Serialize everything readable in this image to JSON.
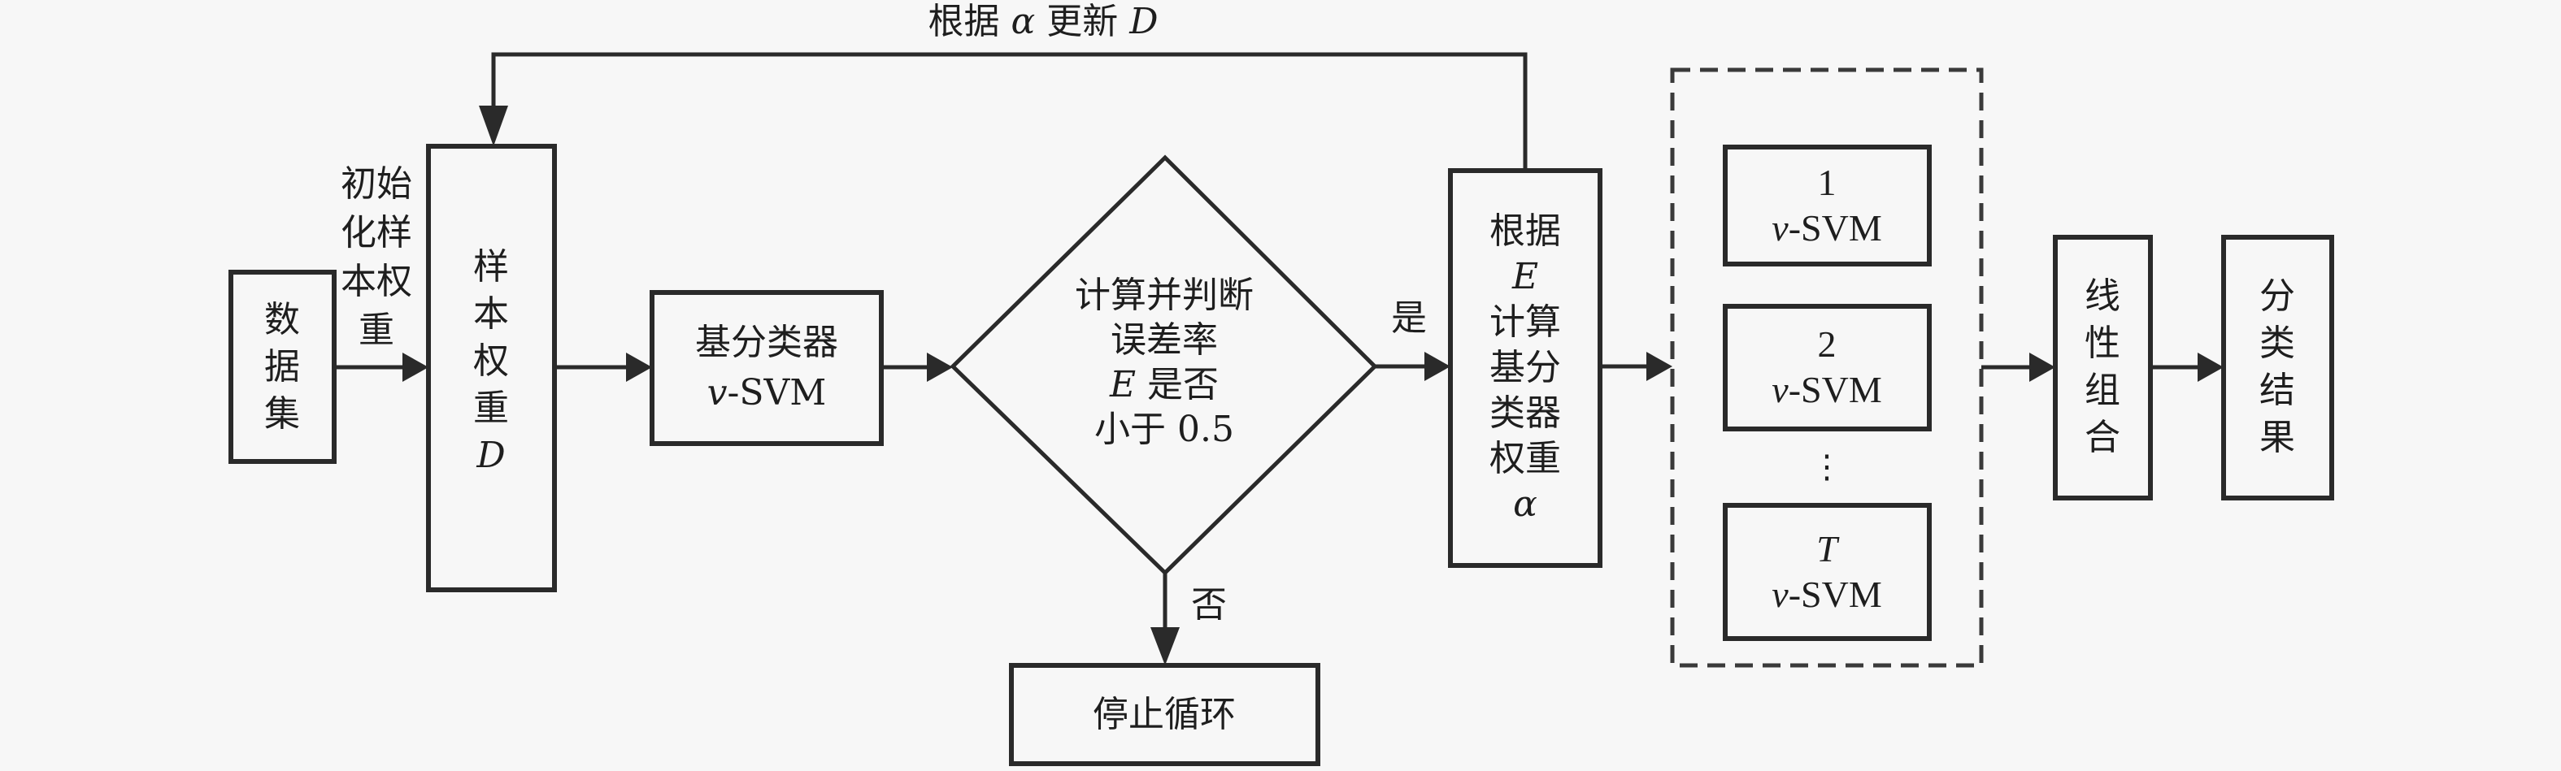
{
  "diagram": {
    "title": "AdaBoost v-SVM ensemble flowchart",
    "feedback_label": {
      "prefix": "根据 ",
      "alpha": "α",
      "mid": " 更新 ",
      "D": "D"
    },
    "init_label_rows": [
      "初始",
      "化样",
      "本权",
      "重"
    ],
    "nodes": {
      "dataset": {
        "lines": [
          "数",
          "据",
          "集"
        ]
      },
      "sample_weights": {
        "lines": [
          "样",
          "本",
          "权",
          "重"
        ],
        "symbol": "D"
      },
      "base_classifier": {
        "line1": "基分类器",
        "line2_prefix": "v",
        "line2_suffix": "-SVM"
      },
      "decision": {
        "lines": [
          "计算并判断",
          "误差率"
        ],
        "line3_symbol": "E",
        "line3_text": " 是否",
        "line4": "小于 0.5"
      },
      "compute_weight": {
        "line1": "根据",
        "symbol_E": "E",
        "lines": [
          "计算",
          "基分",
          "类器",
          "权重"
        ],
        "symbol_alpha": "α"
      },
      "stop": {
        "label": "停止循环"
      },
      "svm_ensemble": {
        "items": [
          {
            "index": "1",
            "prefix": "v",
            "suffix": "-SVM",
            "index_italic": false
          },
          {
            "index": "2",
            "prefix": "v",
            "suffix": "-SVM",
            "index_italic": false
          },
          {
            "index": "T",
            "prefix": "v",
            "suffix": "-SVM",
            "index_italic": true
          }
        ],
        "ellipsis": "⋮"
      },
      "linear_combination": {
        "lines": [
          "线",
          "性",
          "组",
          "合"
        ]
      },
      "result": {
        "lines": [
          "分",
          "类",
          "结",
          "果"
        ]
      }
    },
    "edge_labels": {
      "yes": "是",
      "no": "否"
    }
  }
}
